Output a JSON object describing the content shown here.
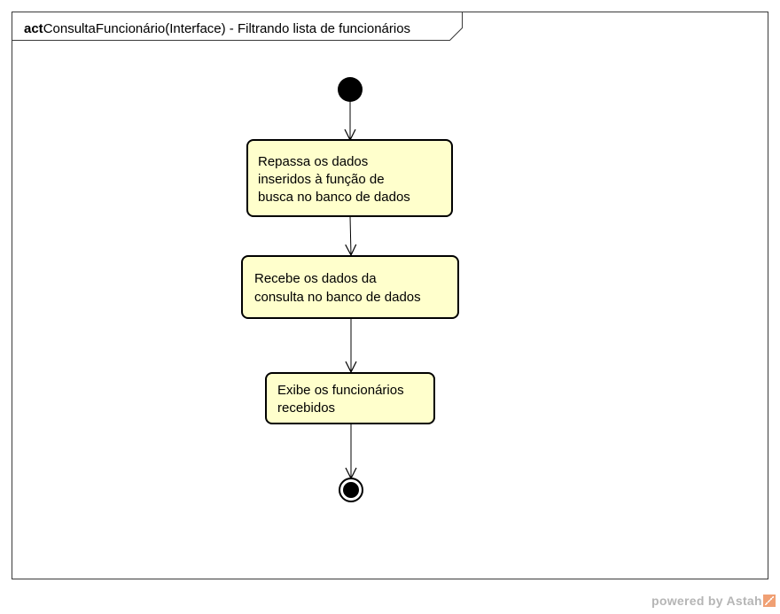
{
  "frame": {
    "keyword": "act",
    "title": "ConsultaFuncionário(Interface) - Filtrando lista de funcionários"
  },
  "actions": [
    {
      "id": "a1",
      "lines": [
        "Repassa os dados",
        "inserido­s à função de",
        "busca no banco de dados"
      ]
    },
    {
      "id": "a2",
      "lines": [
        "Recebe os dados da",
        "consulta no banco de dados"
      ]
    },
    {
      "id": "a3",
      "lines": [
        "Exibe os funcionários",
        "recebidos"
      ]
    }
  ],
  "colors": {
    "action_fill": "#ffffcc",
    "stroke": "#000000",
    "frame_stroke": "#3a3a3a"
  },
  "watermark": {
    "text": "powered by Astah"
  }
}
